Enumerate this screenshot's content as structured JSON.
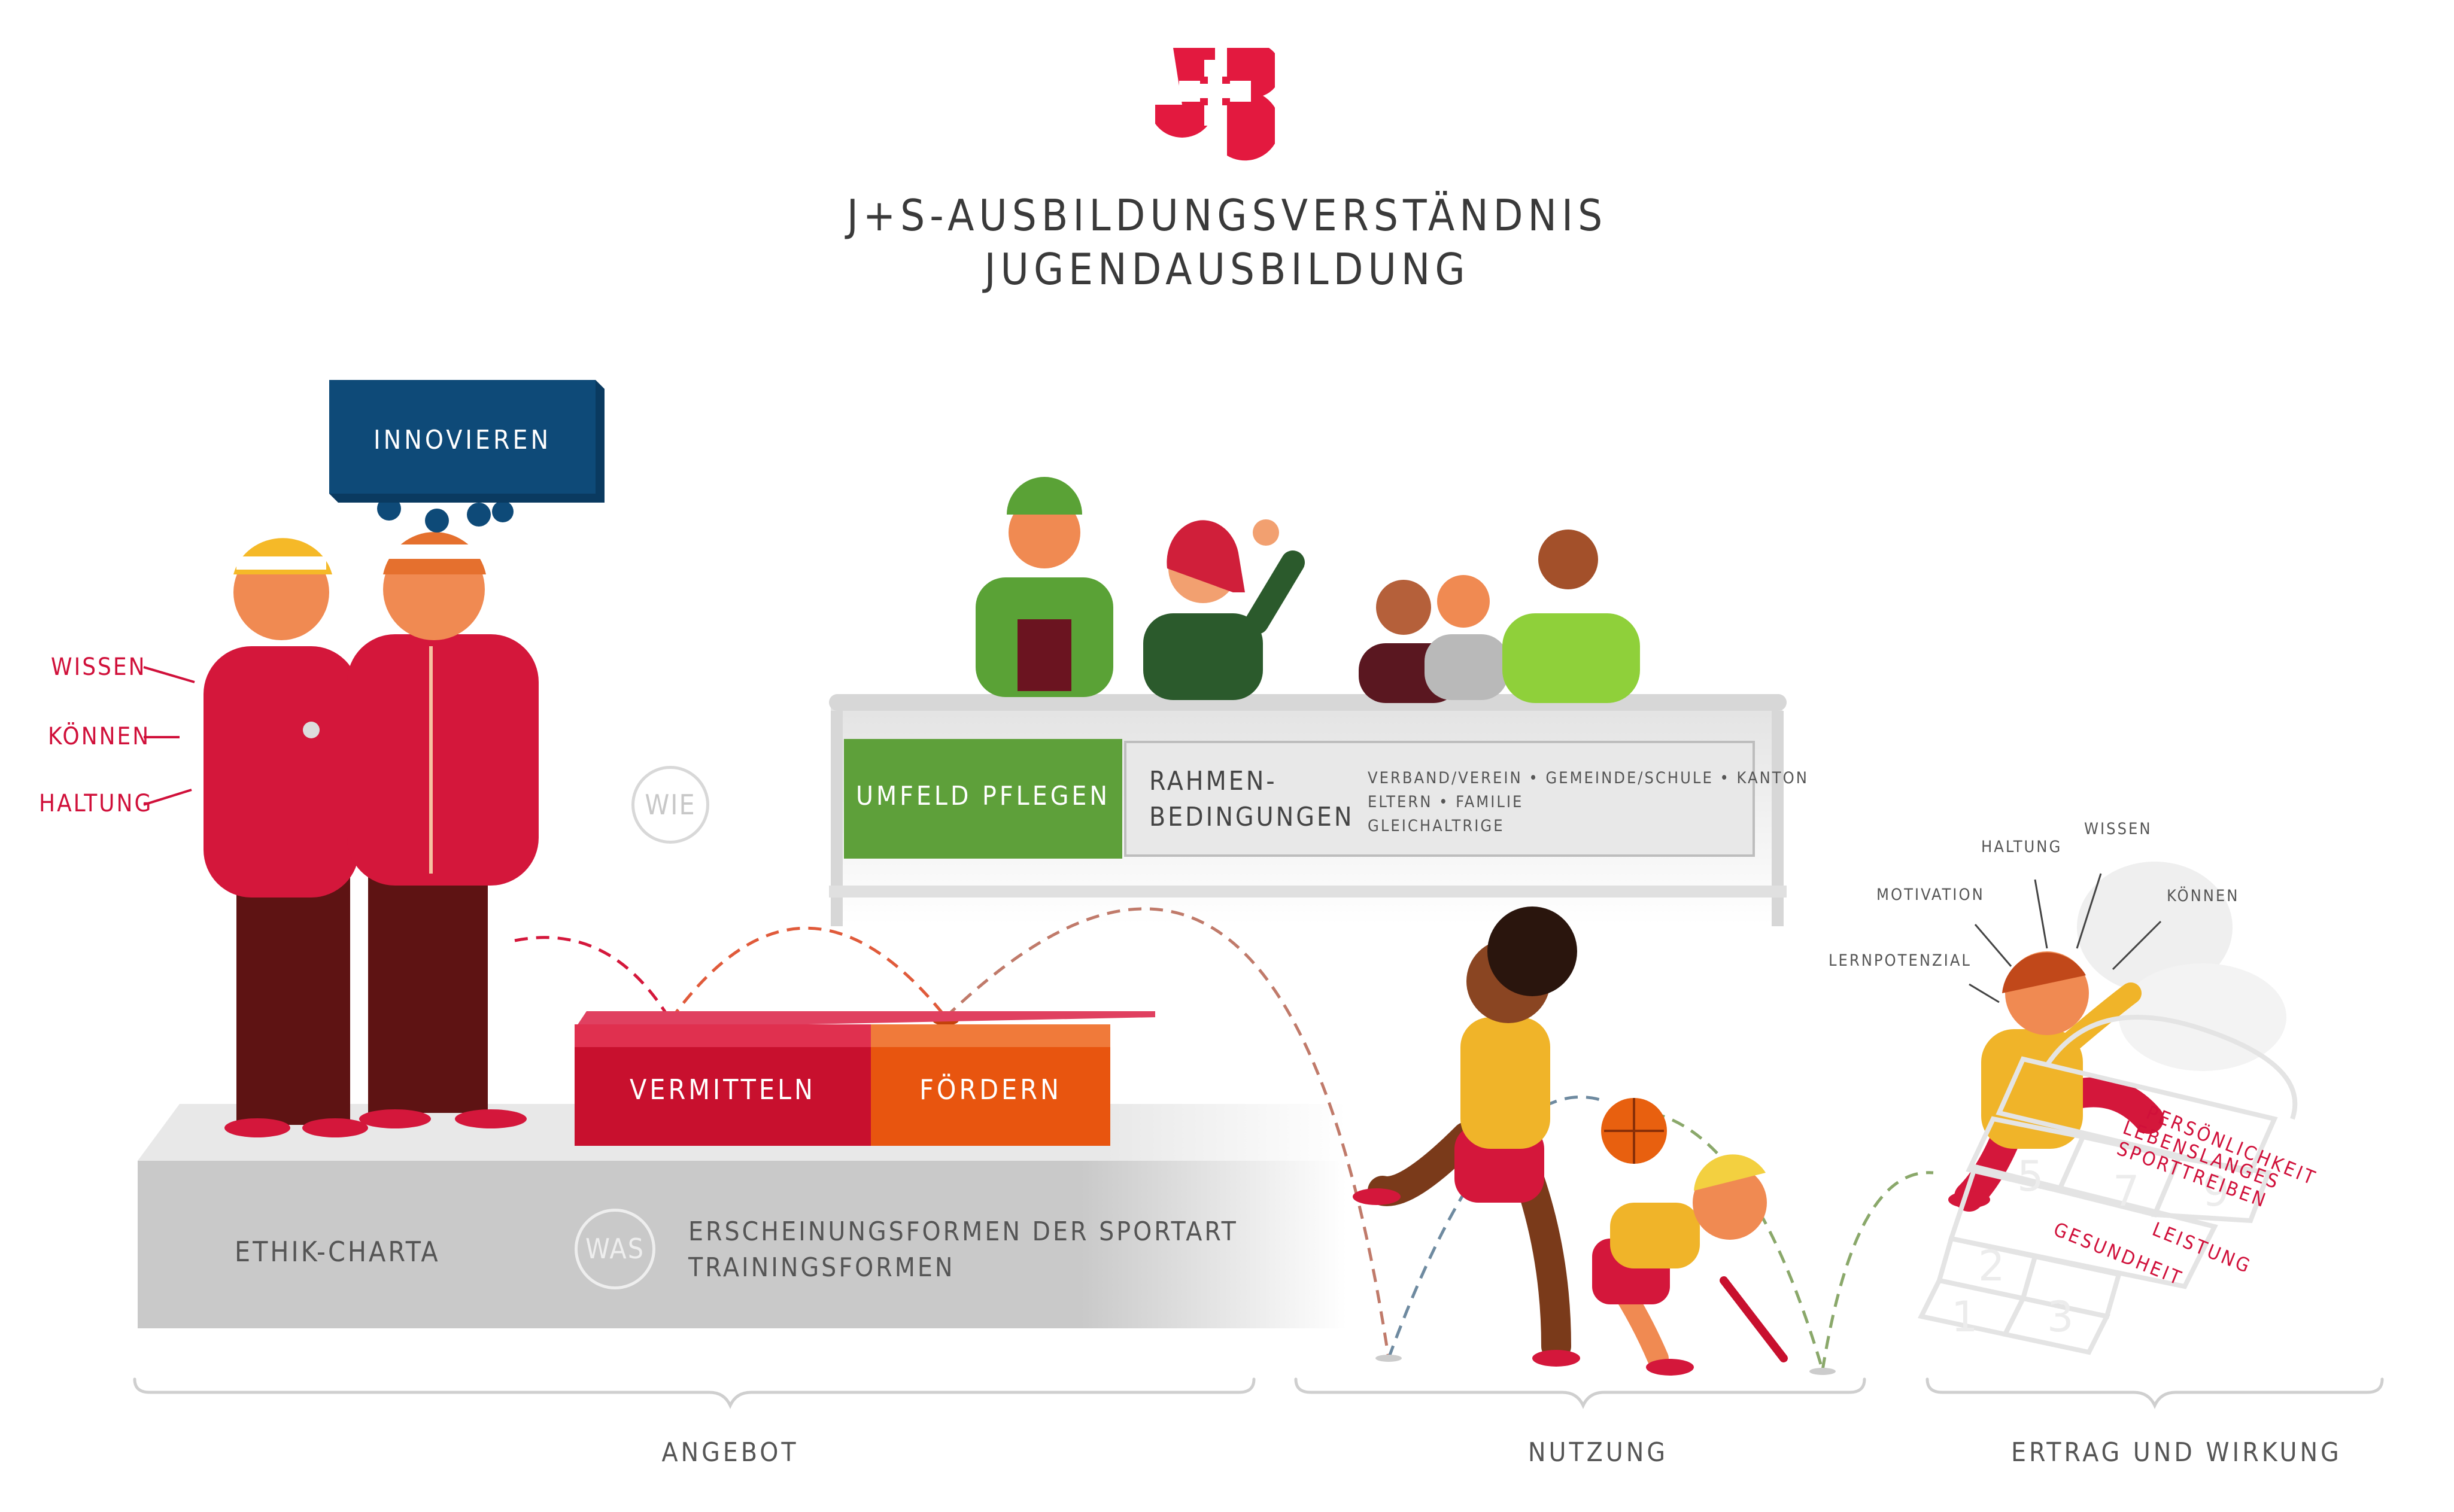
{
  "logo": {
    "text": "J+S"
  },
  "header": {
    "title_line1": "J+S-AUSBILDUNGSVERSTÄNDNIS",
    "title_line2": "JUGENDAUSBILDUNG"
  },
  "coach": {
    "thought": "INNOVIEREN",
    "attributes": [
      "WISSEN",
      "KÖNNEN",
      "HALTUNG"
    ]
  },
  "labels": {
    "wie": "WIE",
    "was": "WAS",
    "ethik": "ETHIK-CHARTA",
    "was_text_line1": "ERSCHEINUNGSFORMEN DER SPORTART",
    "was_text_line2": "TRAININGSFORMEN"
  },
  "blocks": {
    "vermitteln": "VERMITTELN",
    "foerdern": "FÖRDERN"
  },
  "umfeld": {
    "label": "UMFELD PFLEGEN",
    "heading_line1": "RAHMEN-",
    "heading_line2": "BEDINGUNGEN",
    "list_line1": "VERBAND/VEREIN • GEMEINDE/SCHULE • KANTON",
    "list_line2": "ELTERN • FAMILIE",
    "list_line3": "GLEICHALTRIGE"
  },
  "learner_attributes": {
    "haltung": "HALTUNG",
    "wissen": "WISSEN",
    "motivation": "MOTIVATION",
    "koennen": "KÖNNEN",
    "lernpotenzial": "LERNPOTENZIAL"
  },
  "hopscotch": {
    "lebenslanges_line1": "LEBENSLANGES",
    "lebenslanges_line2": "SPORTTREIBEN",
    "persoenlichkeit": "PERSÖNLICHKEIT",
    "leistung": "LEISTUNG",
    "gesundheit": "GESUNDHEIT",
    "numbers": [
      "1",
      "2",
      "3",
      "5",
      "7",
      "9"
    ]
  },
  "sections": {
    "angebot": "ANGEBOT",
    "nutzung": "NUTZUNG",
    "ertrag": "ERTRAG UND WIRKUNG"
  },
  "colors": {
    "brand_red": "#d0103a",
    "orange": "#e8550f",
    "green": "#5ea03a",
    "navy": "#0e4a78",
    "platform_grey": "#cfcfcf"
  }
}
